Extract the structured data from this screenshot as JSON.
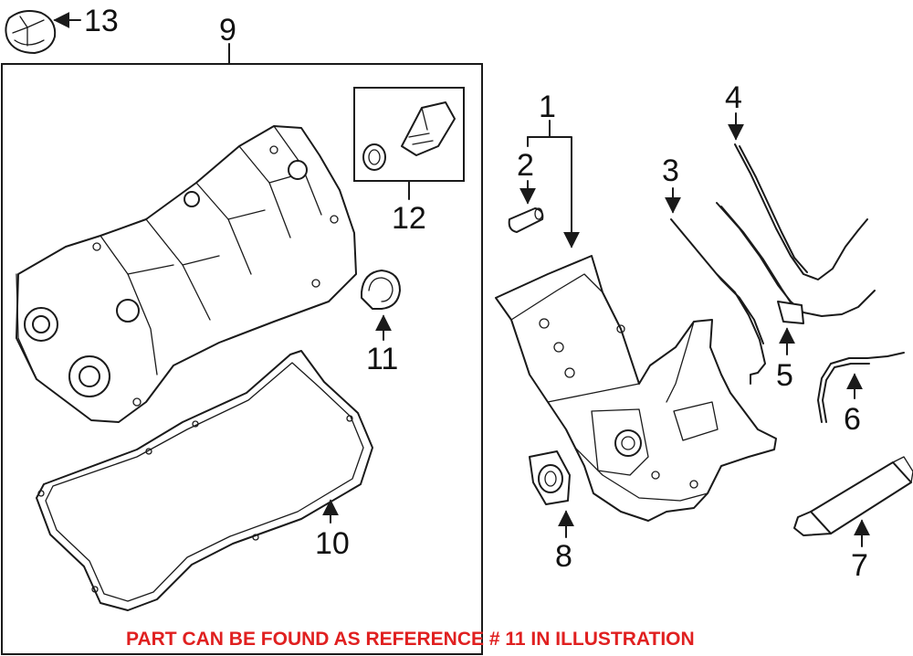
{
  "callouts": {
    "c1": "1",
    "c2": "2",
    "c3": "3",
    "c4": "4",
    "c5": "5",
    "c6": "6",
    "c7": "7",
    "c8": "8",
    "c9": "9",
    "c10": "10",
    "c11": "11",
    "c12": "12",
    "c13": "13"
  },
  "note": "PART CAN BE FOUND AS REFERENCE # 11 IN ILLUSTRATION",
  "colors": {
    "note": "#e02020",
    "line": "#1a1a1a",
    "background": "#ffffff"
  }
}
